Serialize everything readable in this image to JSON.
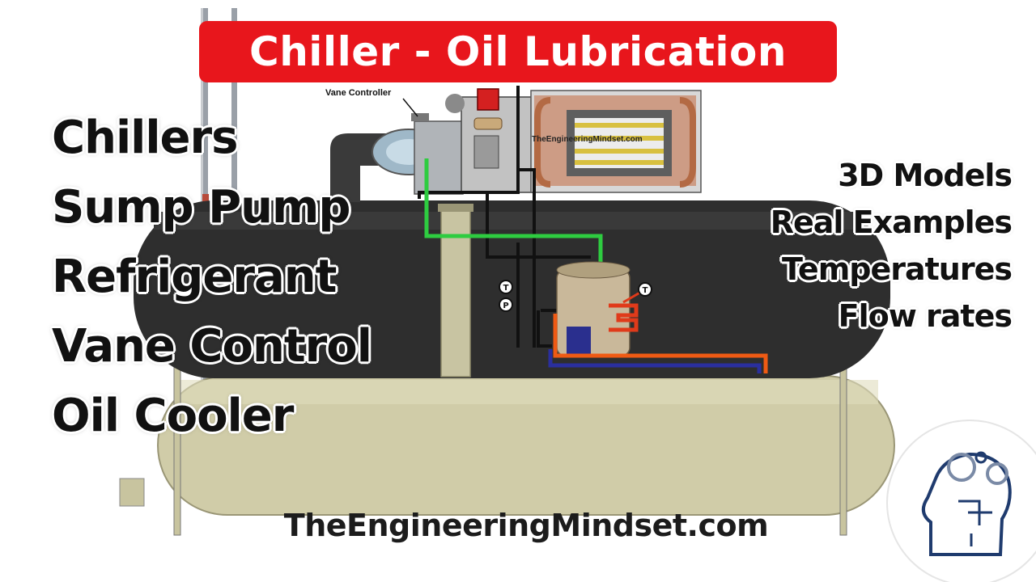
{
  "title": "Chiller - Oil Lubrication",
  "topics": [
    "Chillers",
    "Sump Pump",
    "Refrigerant",
    "Vane Control",
    "Oil Cooler"
  ],
  "features": [
    "3D Models",
    "Real Examples",
    "Temperatures",
    "Flow rates"
  ],
  "labels": {
    "vane_controller": "Vane Controller",
    "watermark": "TheEngineeringMindset.com",
    "website": "TheEngineeringMindset.com",
    "temperature_symbol": "T",
    "pressure_symbol": "P"
  },
  "colors": {
    "banner": "#e8161c",
    "shell_dark": "#2b2b2b",
    "vessel": "#cfcba8",
    "oil_line": "#2ecc40",
    "refrigerant_hot": "#ef5a14",
    "refrigerant_cold": "#2a2f9e",
    "logo": "#1f3b6e"
  },
  "icons": {
    "logo": "engineering-mindset-head-gears-icon"
  }
}
